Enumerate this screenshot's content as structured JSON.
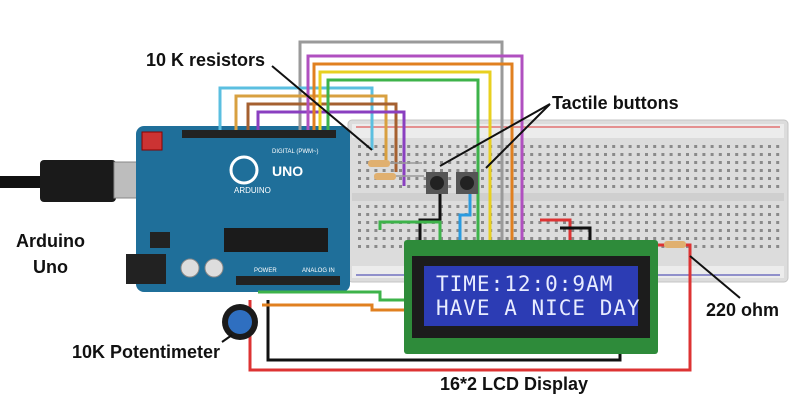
{
  "labels": {
    "resistors": "10 K resistors",
    "buttons": "Tactile buttons",
    "arduino": "Arduino\nUno",
    "ohm": "220 ohm",
    "pot": "10K Potentimeter",
    "lcd_caption": "16*2 LCD Display"
  },
  "lcd": {
    "line1": "TIME:12:0:9AM",
    "line2": "HAVE A NICE DAY"
  },
  "board": {
    "brand": "ARDUINO",
    "model": "UNO",
    "digital_label": "DIGITAL (PWM~)",
    "power_label": "POWER",
    "analog_label": "ANALOG IN"
  },
  "colors": {
    "board": "#1f6f9a",
    "breadboard": "#e3e3e3",
    "lcd_frame": "#2e8b3a",
    "lcd_screen": "#2c3cb4"
  }
}
